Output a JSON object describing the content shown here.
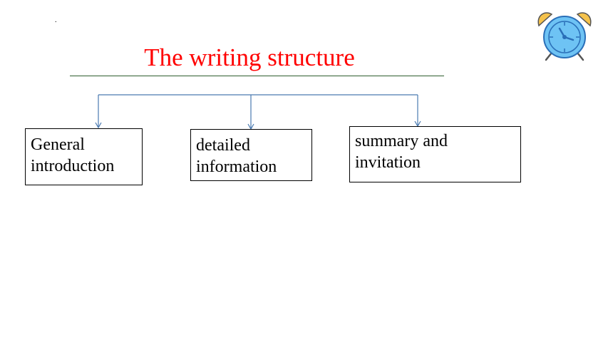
{
  "slide": {
    "dot": ".",
    "title": "The writing structure",
    "boxes": [
      {
        "line1": "General",
        "line2": "introduction"
      },
      {
        "line1": "detailed",
        "line2": "information"
      },
      {
        "line1": "summary and",
        "line2": "invitation"
      }
    ]
  },
  "icons": {
    "corner": "alarm-clock-icon"
  },
  "colors": {
    "title": "#ff0000",
    "underline": "#2e5e2e",
    "connector": "#4a7ab0",
    "clock_face": "#6ec3f4",
    "clock_bells": "#f5c24b"
  }
}
